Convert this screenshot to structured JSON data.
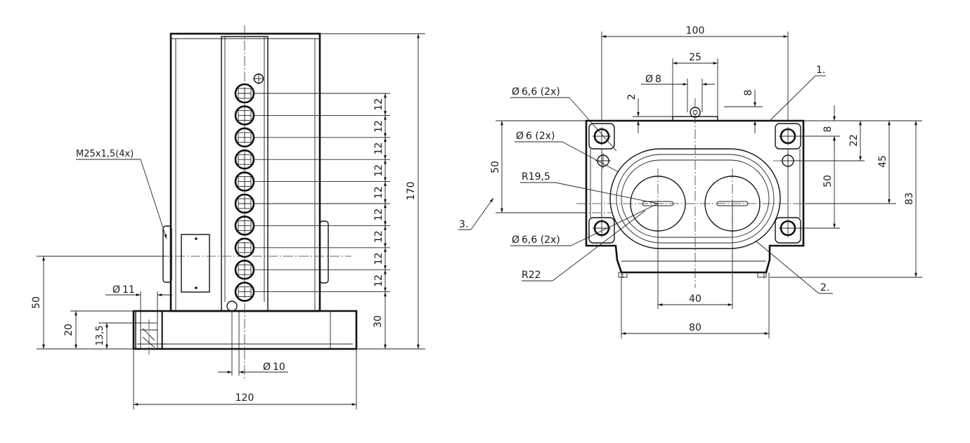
{
  "side_view": {
    "thread_label": "M25x1,5(4x)",
    "dims": {
      "height_total": "170",
      "height_50": "50",
      "height_20": "20",
      "height_13_5": "13,5",
      "dia_11": "11",
      "dia_10": "10",
      "width_120": "120",
      "base_30": "30",
      "pitch": [
        "12",
        "12",
        "12",
        "12",
        "12",
        "12",
        "12",
        "12",
        "12"
      ]
    }
  },
  "top_view": {
    "dims": {
      "w_100": "100",
      "w_25": "25",
      "dia_8": "8",
      "d_2": "2",
      "d_8_top": "8",
      "hole_66_top": "6,6 (2x)",
      "hole_6": "6 (2x)",
      "r_19_5": "R19,5",
      "hole_66_bottom": "6,6 (2x)",
      "r_22": "R22",
      "h_50_left": "50",
      "w_40": "40",
      "w_80": "80",
      "r_8": "8",
      "r_22_right": "22",
      "r_45": "45",
      "r_50": "50",
      "r_83": "83"
    },
    "callouts": {
      "c1": "1.",
      "c2": "2.",
      "c3": "3."
    }
  },
  "symbols": {
    "diameter": "Ø"
  }
}
